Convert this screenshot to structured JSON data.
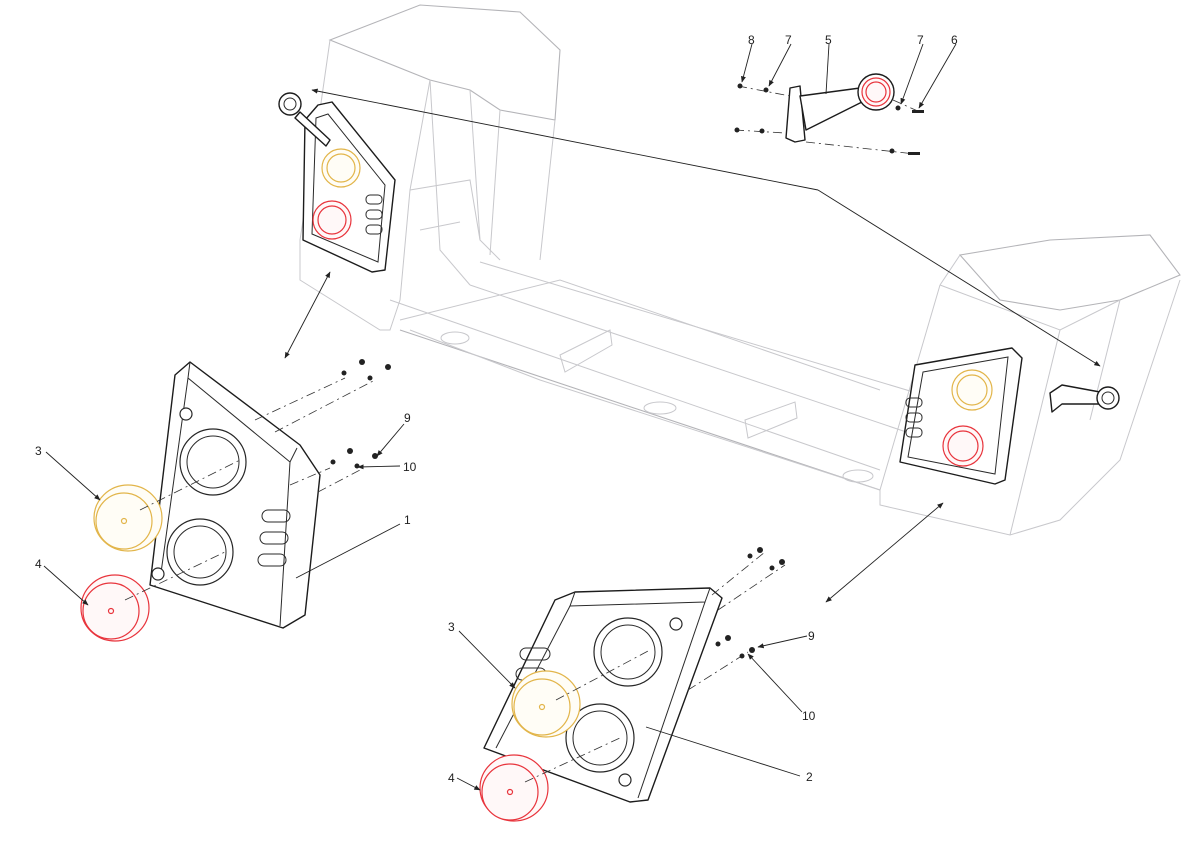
{
  "diagram": {
    "callouts": {
      "c1": "1",
      "c2": "2",
      "c3a": "3",
      "c3b": "3",
      "c4a": "4",
      "c4b": "4",
      "c5": "5",
      "c6": "6",
      "c7a": "7",
      "c7b": "7",
      "c8": "8",
      "c9a": "9",
      "c9b": "9",
      "c10a": "10",
      "c10b": "10"
    },
    "colors": {
      "amber_lens": "#e2b54a",
      "red_lens": "#e8343c",
      "frame_lines": "#c8c8cc",
      "ink": "#1c1c1c"
    }
  }
}
